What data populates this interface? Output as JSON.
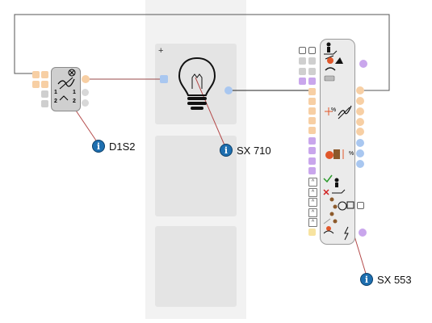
{
  "colors": {
    "orange": "#f7cfa4",
    "purple": "#c9a6ec",
    "blue": "#a9c7f0",
    "gray": "#cfcfcf",
    "info": "#1e6fb0",
    "wire": "#555555",
    "leader": "#b44a4a"
  },
  "devices": [
    {
      "label": "D1S2",
      "icon": "switch-icon",
      "terminals": [
        "1",
        "2",
        "1",
        "2"
      ]
    },
    {
      "label": "SX 710",
      "icon": "light-bulb-icon"
    },
    {
      "label": "SX 553",
      "icon": "multi-sensor-icon"
    }
  ],
  "bulb_panel_marker": "+",
  "sensor_symbols": [
    "%",
    "%"
  ]
}
